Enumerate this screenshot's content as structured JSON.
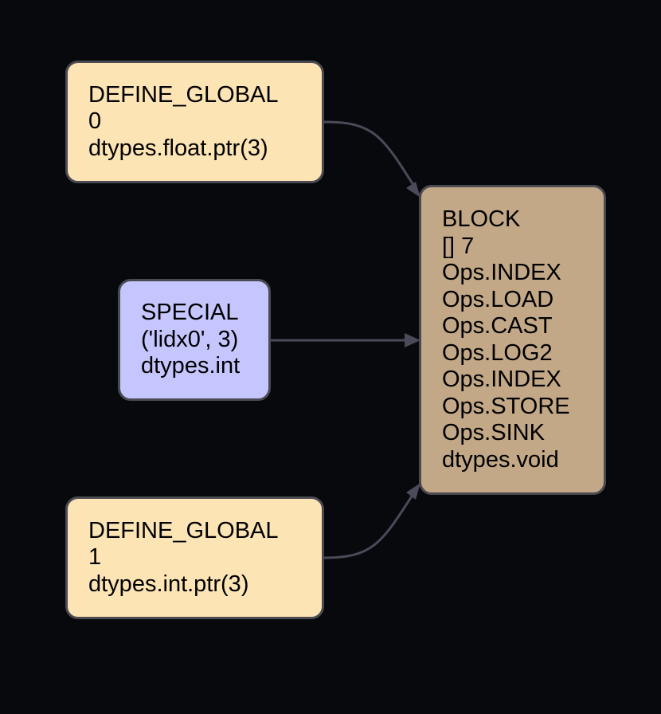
{
  "graph": {
    "nodes": [
      {
        "id": "dg0",
        "lines": [
          "DEFINE_GLOBAL",
          "0",
          "dtypes.float.ptr(3)"
        ],
        "color": "#fce4b4"
      },
      {
        "id": "special",
        "lines": [
          "SPECIAL",
          "('lidx0', 3)",
          "dtypes.int"
        ],
        "color": "#c6c6ff"
      },
      {
        "id": "dg1",
        "lines": [
          "DEFINE_GLOBAL",
          "1",
          "dtypes.int.ptr(3)"
        ],
        "color": "#fce4b4"
      },
      {
        "id": "block",
        "lines": [
          "BLOCK",
          "[] 7",
          "Ops.INDEX",
          "Ops.LOAD",
          "Ops.CAST",
          "Ops.LOG2",
          "Ops.INDEX",
          "Ops.STORE",
          "Ops.SINK",
          "dtypes.void"
        ],
        "color": "#c2a886"
      }
    ],
    "edges": [
      {
        "from": "dg0",
        "to": "block"
      },
      {
        "from": "special",
        "to": "block"
      },
      {
        "from": "dg1",
        "to": "block"
      }
    ],
    "edge_color": "#4a4a58",
    "background": "#08090d"
  }
}
